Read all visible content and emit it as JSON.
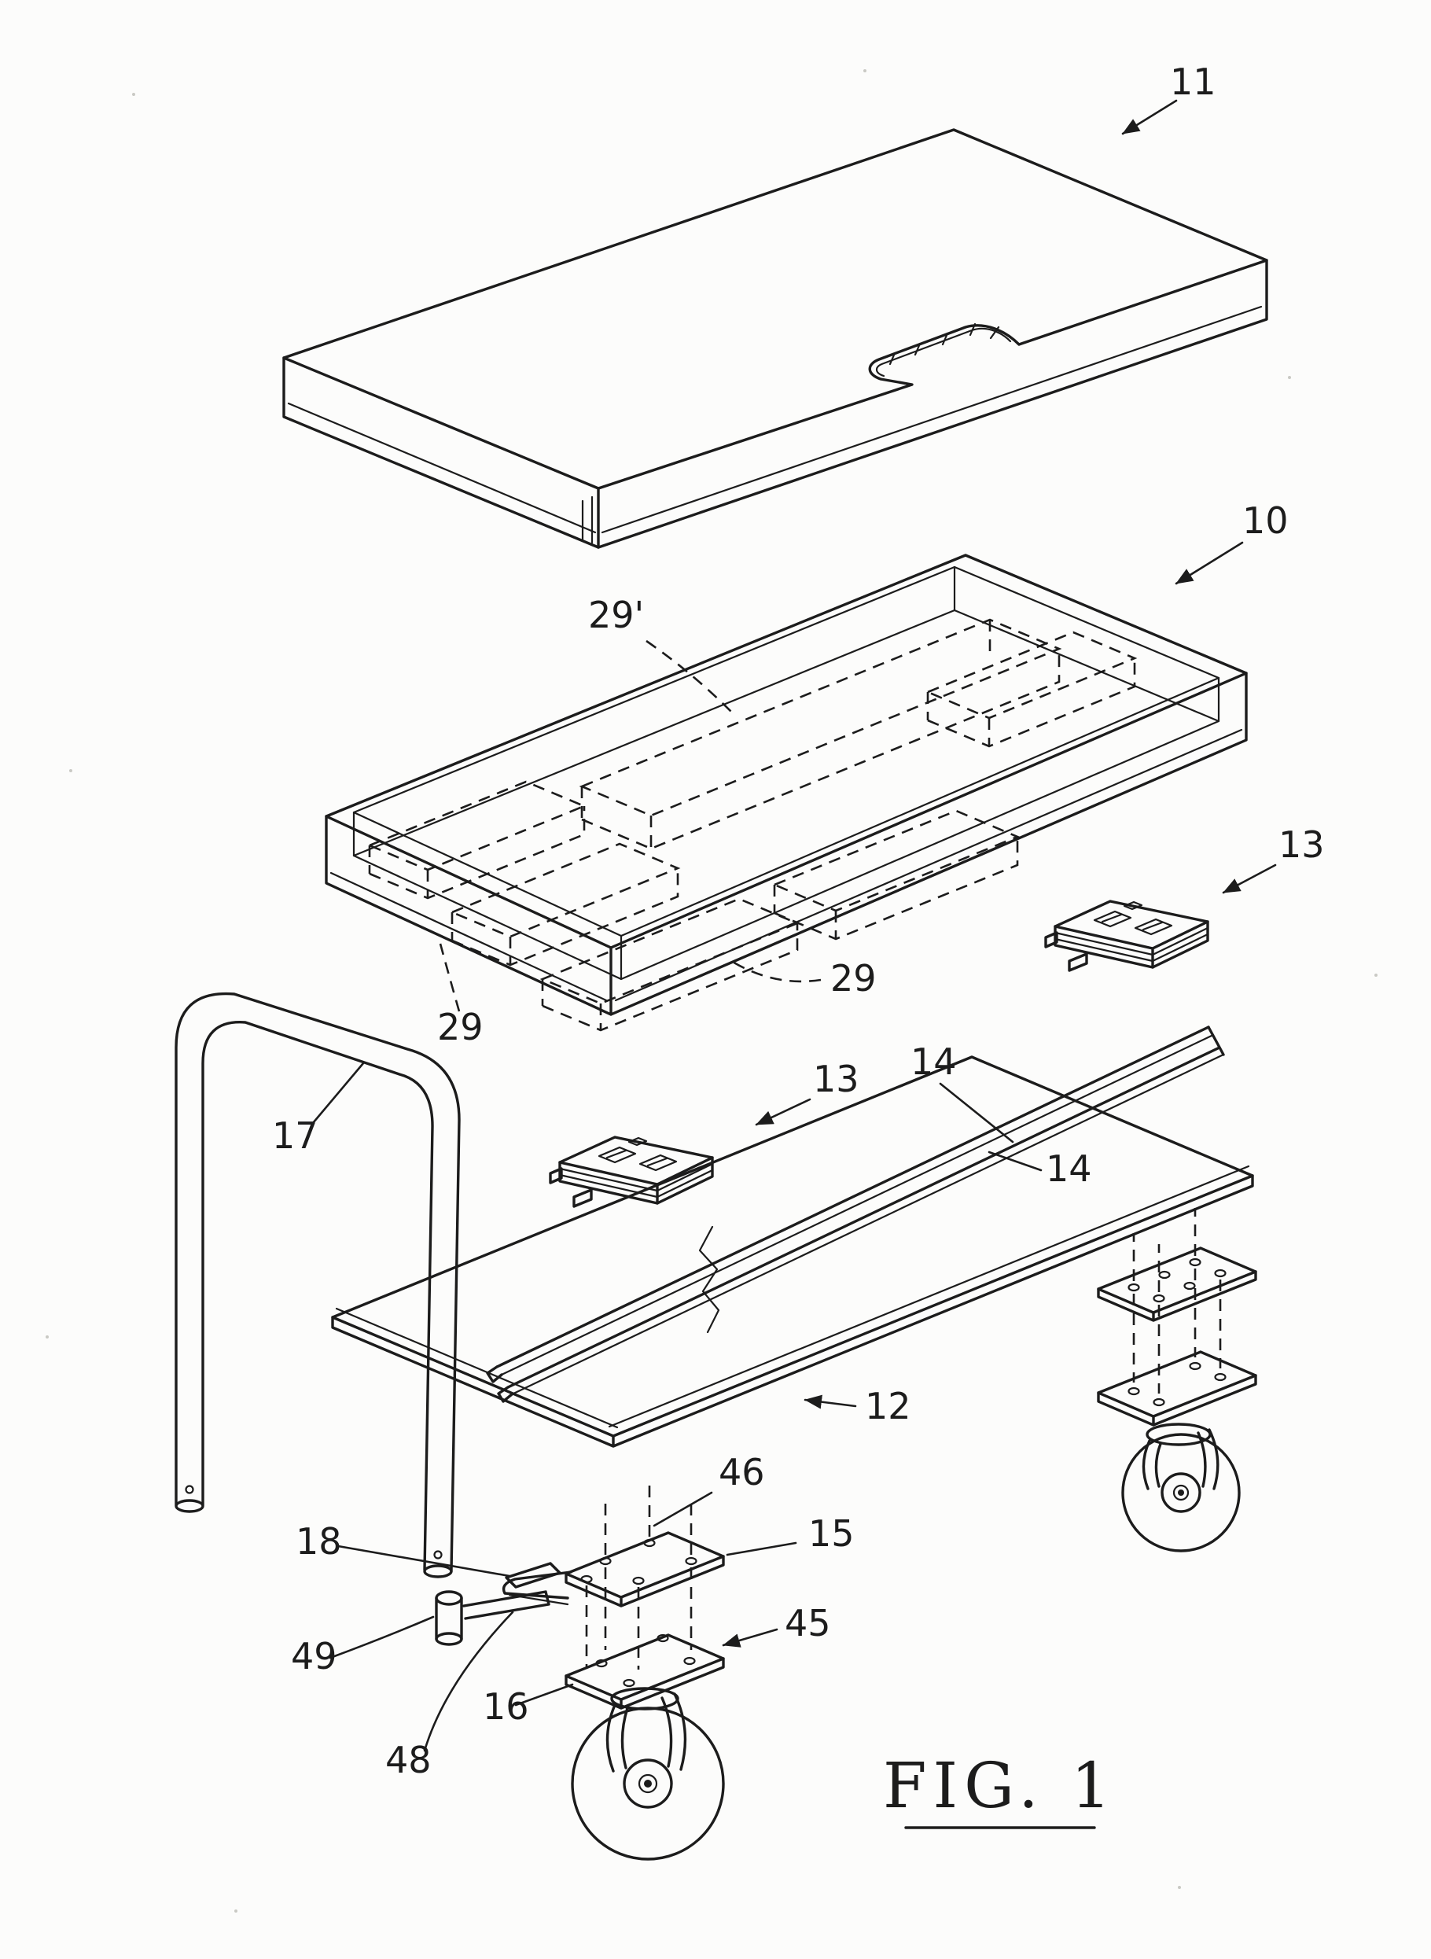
{
  "figure_caption": "FIG. 1",
  "labels": {
    "p11": "11",
    "p10": "10",
    "p29prime": "29'",
    "p13_right": "13",
    "p13_left": "13",
    "p29_right": "29",
    "p29_left": "29",
    "p17": "17",
    "p14_upper": "14",
    "p14_lower": "14",
    "p12": "12",
    "p46": "46",
    "p15": "15",
    "p18": "18",
    "p49": "49",
    "p48": "48",
    "p16": "16",
    "p45": "45"
  },
  "colors": {
    "ink": "#1c1c1c",
    "paper": "#fcfcfb"
  }
}
